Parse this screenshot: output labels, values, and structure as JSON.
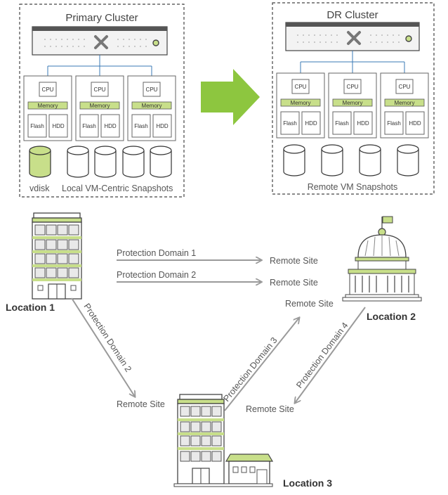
{
  "primary_cluster": {
    "title": "Primary Cluster",
    "nodes": [
      {
        "cpu": "CPU",
        "memory": "Memory",
        "flash": "Flash",
        "hdd": "HDD"
      },
      {
        "cpu": "CPU",
        "memory": "Memory",
        "flash": "Flash",
        "hdd": "HDD"
      },
      {
        "cpu": "CPU",
        "memory": "Memory",
        "flash": "Flash",
        "hdd": "HDD"
      }
    ],
    "vdisk_label": "vdisk",
    "snapshots_label": "Local VM-Centric Snapshots"
  },
  "dr_cluster": {
    "title": "DR  Cluster",
    "nodes": [
      {
        "cpu": "CPU",
        "memory": "Memory",
        "flash": "Flash",
        "hdd": "HDD"
      },
      {
        "cpu": "CPU",
        "memory": "Memory",
        "flash": "Flash",
        "hdd": "HDD"
      },
      {
        "cpu": "CPU",
        "memory": "Memory",
        "flash": "Flash",
        "hdd": "HDD"
      }
    ],
    "snapshots_label": "Remote VM Snapshots"
  },
  "locations": {
    "loc1": "Location 1",
    "loc2": "Location 2",
    "loc3": "Location 3"
  },
  "links": {
    "pd1": "Protection Domain 1",
    "pd2_top": "Protection Domain 2",
    "pd2_diag": "Protection Domain 2",
    "pd3": "Protection Domain 3",
    "pd4": "Protection Domain 4",
    "remote_site_1": "Remote Site",
    "remote_site_2": "Remote Site",
    "remote_site_3": "Remote Site",
    "remote_site_4": "Remote Site",
    "remote_site_5": "Remote Site"
  },
  "colors": {
    "accent_green": "#8dc63f",
    "memory_green": "#c8df8a",
    "arrow_gray": "#9a9a9a",
    "line_blue": "#3a78b5"
  }
}
